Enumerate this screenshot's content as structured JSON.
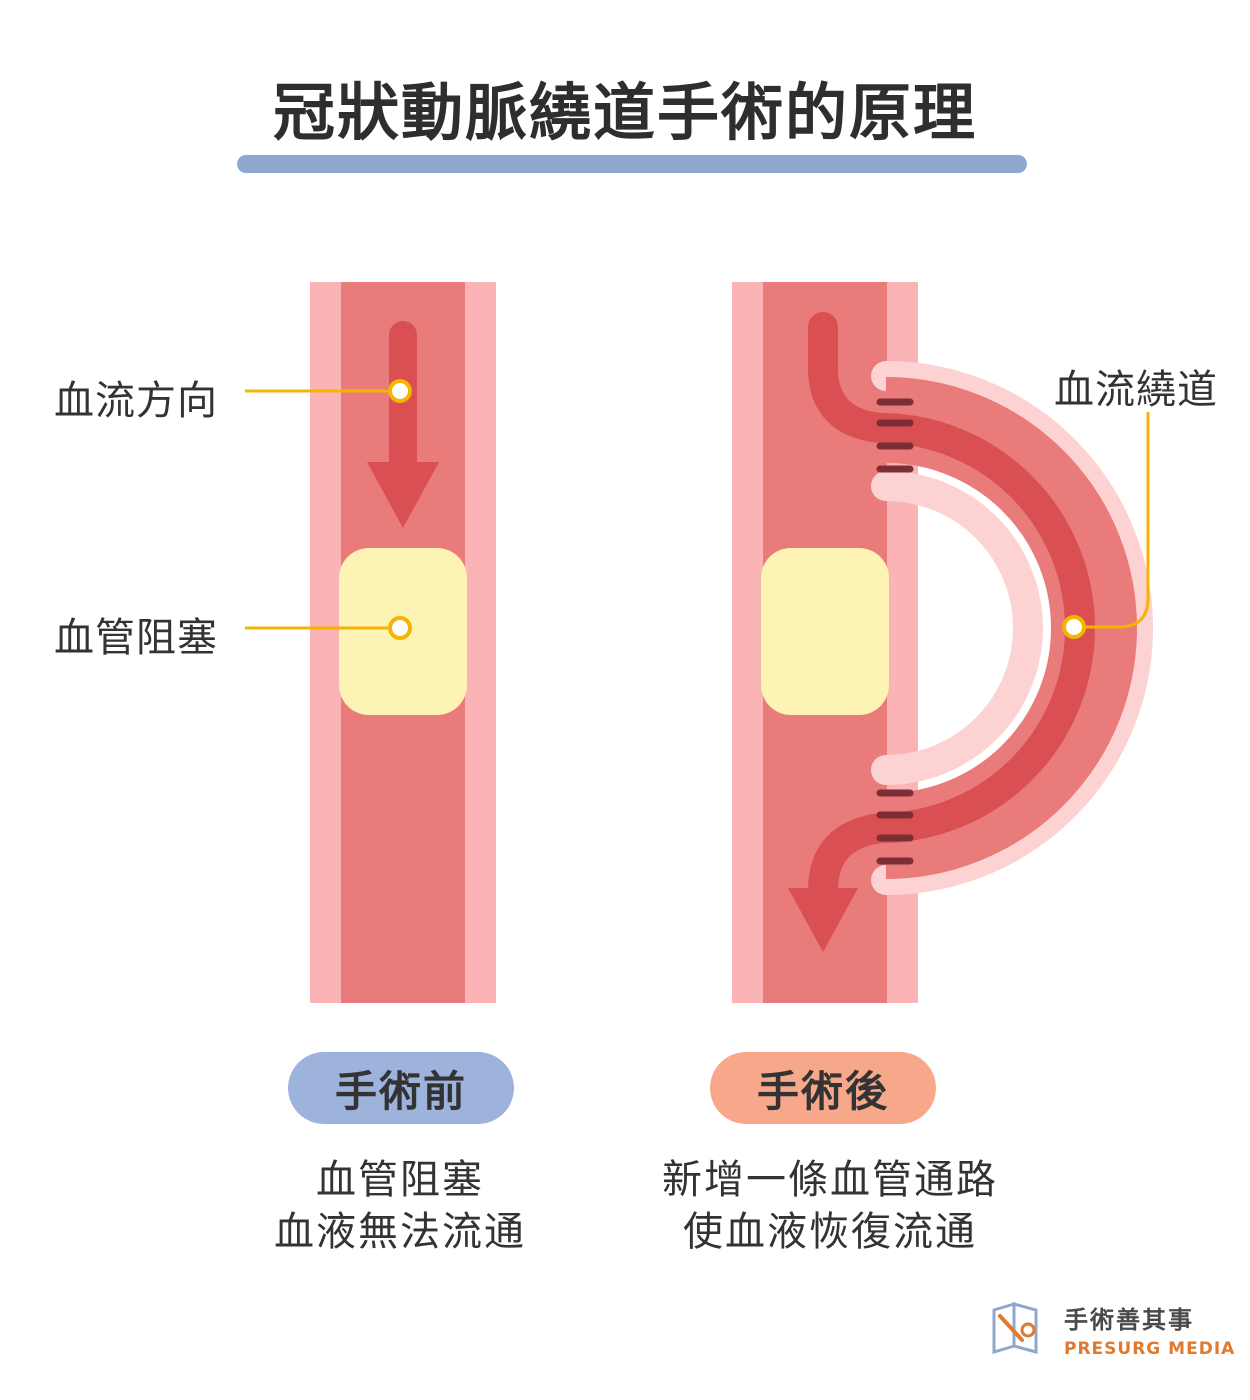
{
  "title": "冠狀動脈繞道手術的原理",
  "callouts": {
    "flow_direction": "血流方向",
    "blockage": "血管阻塞",
    "bypass": "血流繞道"
  },
  "before": {
    "label": "手術前",
    "caption_line1": "血管阻塞",
    "caption_line2": "血液無法流通"
  },
  "after": {
    "label": "手術後",
    "caption_line1": "新增一條血管通路",
    "caption_line2": "使血液恢復流通"
  },
  "logo": {
    "name_zh": "手術善其事",
    "name_en": "PRESURG MEDIA"
  },
  "colors": {
    "vessel_outer": "#fbb4b6",
    "vessel_inner": "#e97b7b",
    "flow_arrow": "#d94f52",
    "plaque": "#fdf3b4",
    "callout_line": "#f4b400",
    "title_bar": "#8fa8d0",
    "before_pill": "#9db3dc",
    "after_pill": "#f8a88a"
  }
}
